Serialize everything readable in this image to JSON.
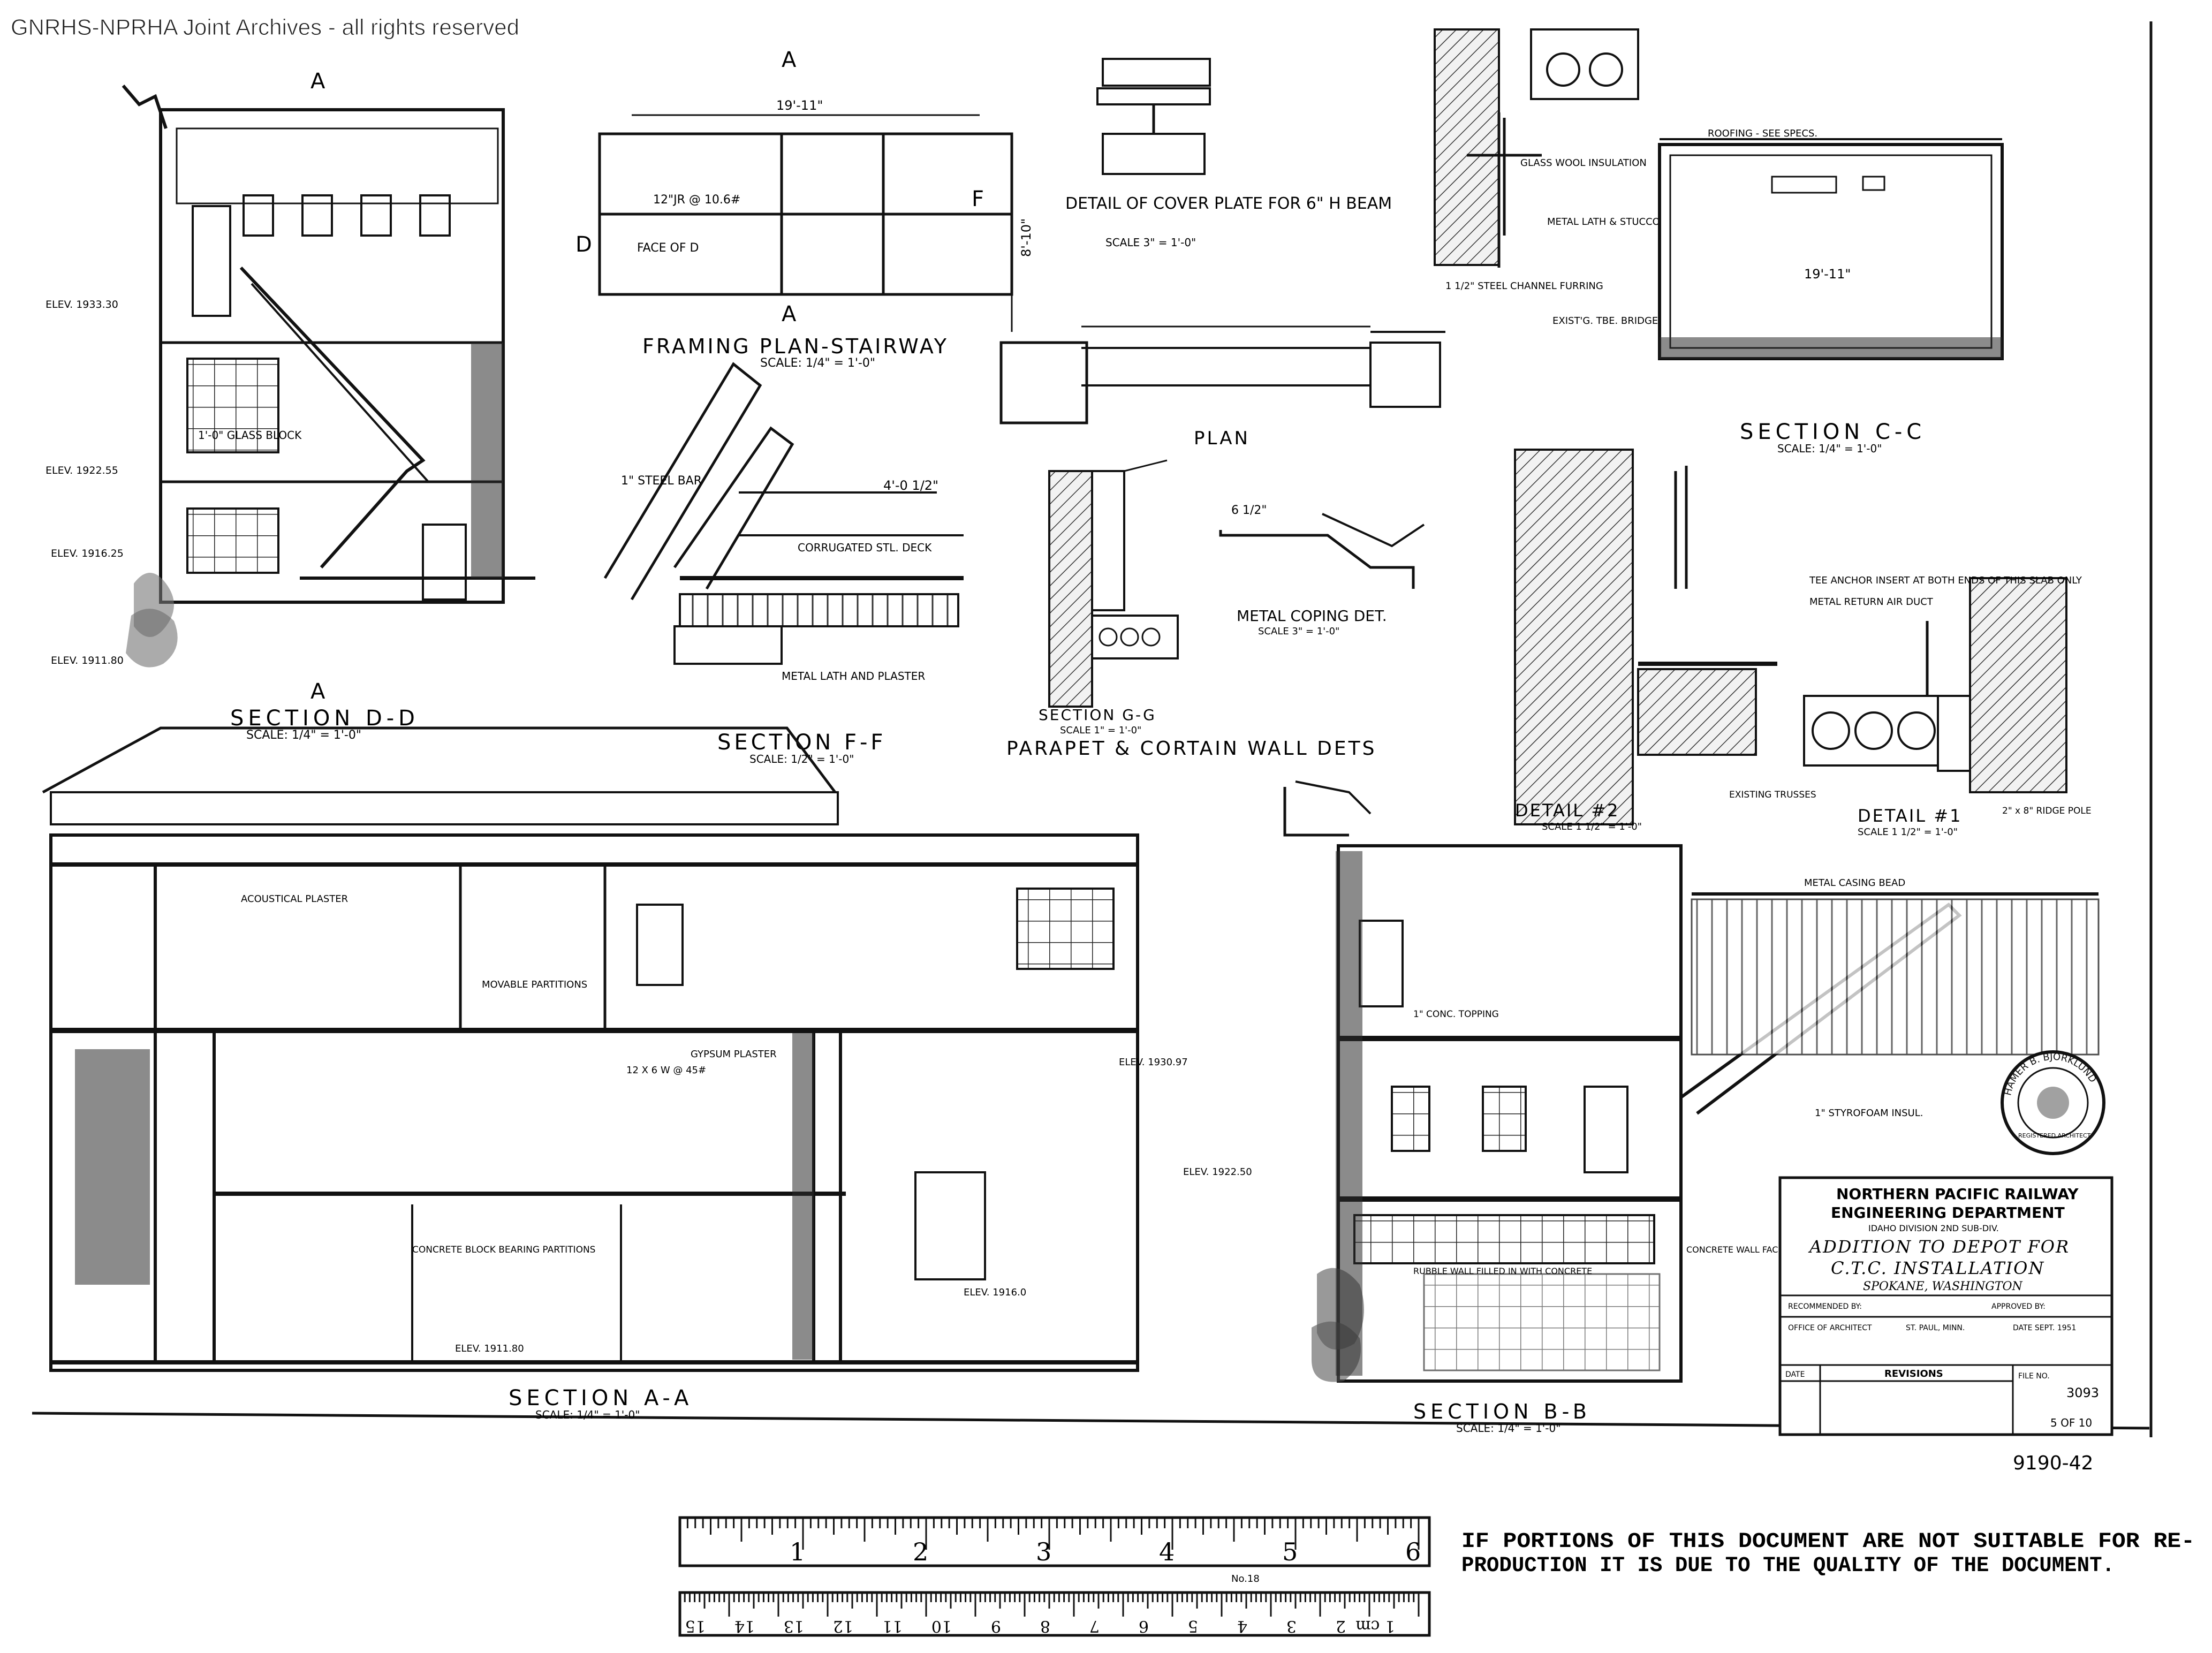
{
  "watermark": "GNRHS-NPRHA Joint Archives - all rights reserved",
  "sections": {
    "framing_plan": {
      "title": "FRAMING PLAN-STAIRWAY",
      "scale": "SCALE: 1/4\" = 1'-0\""
    },
    "cover_plate": {
      "title": "DETAIL OF COVER PLATE FOR 6\" H BEAM",
      "scale": "SCALE 3\" = 1'-0\""
    },
    "plan": {
      "title": "PLAN"
    },
    "section_dd": {
      "title": "SECTION D-D",
      "scale": "SCALE: 1/4\" = 1'-0\""
    },
    "section_ff": {
      "title": "SECTION F-F",
      "scale": "SCALE: 1/2\" = 1'-0\""
    },
    "section_gg": {
      "title": "SECTION G-G",
      "scale": "SCALE 1\" = 1'-0\""
    },
    "metal_coping": {
      "title": "METAL COPING DET.",
      "scale": "SCALE 3\" = 1'-0\""
    },
    "parapet": {
      "title": "PARAPET & CORTAIN WALL DETS"
    },
    "section_cc": {
      "title": "SECTION C-C",
      "scale": "SCALE: 1/4\" = 1'-0\""
    },
    "detail_1": {
      "title": "DETAIL #1",
      "scale": "SCALE 1 1/2\" = 1'-0\""
    },
    "detail_2": {
      "title": "DETAIL #2",
      "scale": "SCALE 1 1/2\" = 1'-0\""
    },
    "section_aa": {
      "title": "SECTION A-A",
      "scale": "SCALE: 1/4\" = 1'-0\""
    },
    "section_bb": {
      "title": "SECTION B-B",
      "scale": "SCALE: 1/4\" = 1'-0\""
    }
  },
  "cut_markers": [
    "A",
    "A",
    "A",
    "A",
    "D",
    "F"
  ],
  "dimensions": {
    "stair_width": "19'-11\"",
    "plan_length": "8'-10\"",
    "ff_width": "4'-0 1/2\"",
    "cc_width": "19'-11\"",
    "coping_width": "6 1/2\""
  },
  "elevations": [
    "ELEV. 1933.30",
    "ELEV. 1922.55",
    "ELEV. 1916.25",
    "ELEV. 1911.80",
    "ELEV. 1930.97",
    "ELEV. 1922.50",
    "ELEV. 1916.0",
    "ELEV. 1911.80"
  ],
  "notes": [
    "1'-0\" GLASS BLOCK",
    "1\" STEEL BAR",
    "CORRUGATED STL. DECK",
    "METAL LATH AND PLASTER",
    "GLASS WOOL INSULATION",
    "METAL LATH & STUCCO",
    "1 1/2\" STEEL CHANNEL FURRING",
    "ROOFING - SEE SPECS.",
    "EXIST'G. TBE. BRIDGE",
    "1\" CONC. TOPPING",
    "ACOUSTICAL PLASTER",
    "MOVABLE PARTITIONS",
    "GYPSUM PLASTER",
    "12 X 6 W @ 45#",
    "CONCRETE BLOCK BEARING PARTITIONS",
    "RUBBLE WALL FILLED IN WITH CONCRETE",
    "CONCRETE WALL FACED WITH CONCRETE",
    "1\" STYROFOAM INSUL.",
    "METAL CASING BEAD",
    "TEE ANCHOR INSERT AT BOTH ENDS OF THIS SLAB ONLY",
    "METAL RETURN AIR DUCT",
    "EXISTING TRUSSES",
    "2\" x 8\" RIDGE POLE"
  ],
  "title_block": {
    "company": "NORTHERN PACIFIC RAILWAY",
    "department": "ENGINEERING DEPARTMENT",
    "division": "IDAHO DIVISION  2ND SUB-DIV.",
    "project_line1": "ADDITION TO DEPOT FOR",
    "project_line2": "C.T.C. INSTALLATION",
    "location": "SPOKANE, WASHINGTON",
    "recommended": "RECOMMENDED BY:",
    "approved": "APPROVED BY:",
    "office": "OFFICE OF ARCHITECT",
    "city": "ST. PAUL, MINN.",
    "date": "DATE SEPT. 1951",
    "revisions_header": "REVISIONS",
    "date_header": "DATE",
    "file_no": "FILE NO.",
    "drawing_no": "3093",
    "sheet": "5 OF 10"
  },
  "stamp": {
    "name": "HAMER B. BJORKLUND",
    "text": "REGISTERED ARCHITECT"
  },
  "sheet_number": "9190-42",
  "ruler": {
    "upper_numbers": [
      "1",
      "2",
      "3",
      "4",
      "5",
      "6"
    ],
    "lower_numbers": [
      "15",
      "14",
      "13",
      "12",
      "11",
      "10",
      "9",
      "8",
      "7",
      "6",
      "5",
      "4",
      "3",
      "2",
      "1 cm"
    ],
    "label": "No.18"
  },
  "notice_line1": "IF PORTIONS OF THIS DOCUMENT ARE NOT SUITABLE FOR RE-",
  "notice_line2": "PRODUCTION IT IS DUE TO THE QUALITY OF THE DOCUMENT."
}
